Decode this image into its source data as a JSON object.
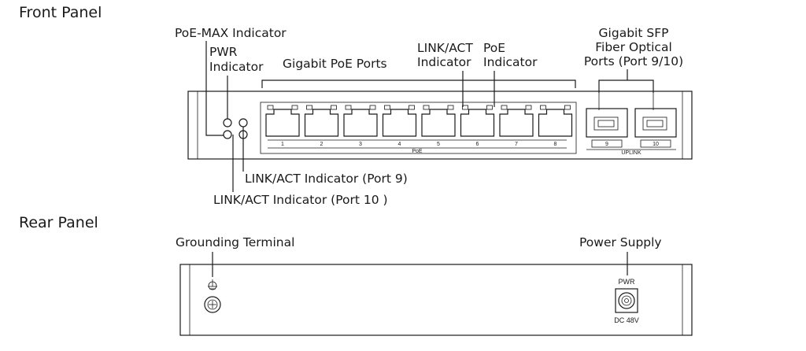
{
  "sections": {
    "front": "Front Panel",
    "rear": "Rear Panel"
  },
  "labels": {
    "poe_max": "PoE-MAX Indicator",
    "pwr_line1": "PWR",
    "pwr_line2": "Indicator",
    "gigabit_poe": "Gigabit PoE Ports",
    "linkact_line1": "LINK/ACT",
    "linkact_line2": "Indicator",
    "poe_line1": "PoE",
    "poe_line2": "Indicator",
    "sfp_line1": "Gigabit SFP",
    "sfp_line2": "Fiber Optical",
    "sfp_line3": "Ports (Port 9/10)",
    "linkact_port9": "LINK/ACT Indicator (Port 9)",
    "linkact_port10": "LINK/ACT Indicator (Port 10 )",
    "grounding": "Grounding Terminal",
    "power_supply": "Power Supply"
  },
  "panel_text": {
    "ports": [
      "1",
      "2",
      "3",
      "4",
      "5",
      "6",
      "7",
      "8"
    ],
    "poe_group": "PoE",
    "sfp_ports": [
      "9",
      "10"
    ],
    "uplink": "UPLINK",
    "pwr": "PWR",
    "dc": "DC 48V"
  }
}
